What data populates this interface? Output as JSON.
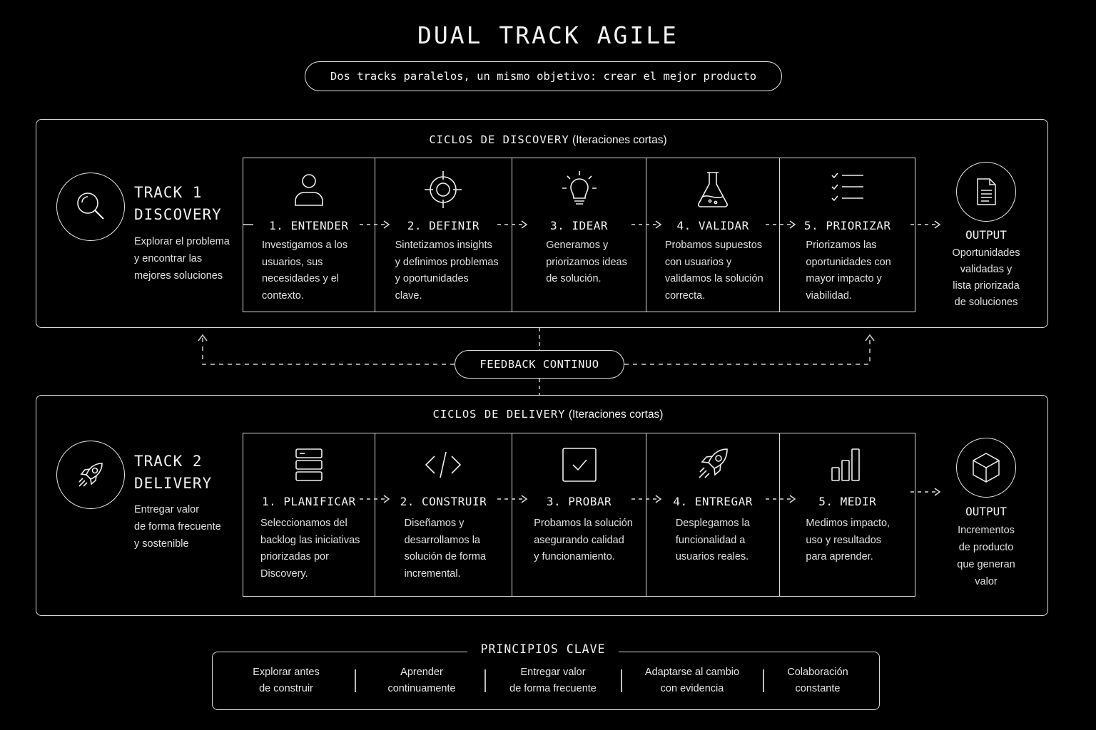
{
  "title": "DUAL TRACK AGILE",
  "subtitle": "Dos tracks paralelos, un mismo objetivo: crear el mejor producto",
  "discovery": {
    "cycle_title_main": "CICLOS DE DISCOVERY",
    "cycle_title_sub": "(Iteraciones cortas)",
    "track_line1": "TRACK 1",
    "track_line2": "DISCOVERY",
    "track_desc": [
      "Explorar el problema",
      "y encontrar las",
      "mejores soluciones"
    ],
    "track_icon": "magnifier-icon",
    "steps": [
      {
        "label": "1. ENTENDER",
        "icon": "user-icon",
        "desc": [
          "Investigamos a los",
          "usuarios, sus",
          "necesidades y el",
          "contexto."
        ]
      },
      {
        "label": "2. DEFINIR",
        "icon": "target-icon",
        "desc": [
          "Sintetizamos insights",
          "y definimos problemas",
          "y oportunidades",
          "clave."
        ]
      },
      {
        "label": "3. IDEAR",
        "icon": "lightbulb-icon",
        "desc": [
          "Generamos y",
          "priorizamos ideas",
          "de solución."
        ]
      },
      {
        "label": "4. VALIDAR",
        "icon": "flask-icon",
        "desc": [
          "Probamos supuestos",
          "con usuarios y",
          "validamos la solución",
          "correcta."
        ]
      },
      {
        "label": "5. PRIORIZAR",
        "icon": "checklist-icon",
        "desc": [
          "Priorizamos las",
          "oportunidades con",
          "mayor impacto y",
          "viabilidad."
        ]
      }
    ],
    "output_label": "OUTPUT",
    "output_icon": "document-icon",
    "output_desc": [
      "Oportunidades",
      "validadas y",
      "lista priorizada",
      "de soluciones"
    ]
  },
  "feedback": "FEEDBACK CONTINUO",
  "delivery": {
    "cycle_title_main": "CICLOS DE DELIVERY",
    "cycle_title_sub": "(Iteraciones cortas)",
    "track_line1": "TRACK 2",
    "track_line2": "DELIVERY",
    "track_desc": [
      "Entregar valor",
      "de forma frecuente",
      "y sostenible"
    ],
    "track_icon": "rocket-icon",
    "steps": [
      {
        "label": "1. PLANIFICAR",
        "icon": "stack-icon",
        "desc": [
          "Seleccionamos del",
          "backlog las iniciativas",
          "priorizadas por",
          "Discovery."
        ]
      },
      {
        "label": "2. CONSTRUIR",
        "icon": "code-icon",
        "desc": [
          "Diseñamos y",
          "desarrollamos la",
          "solución de forma",
          "incremental."
        ]
      },
      {
        "label": "3. PROBAR",
        "icon": "checkbox-icon",
        "desc": [
          "Probamos la solución",
          "asegurando calidad",
          "y funcionamiento."
        ]
      },
      {
        "label": "4. ENTREGAR",
        "icon": "rocket-icon",
        "desc": [
          "Desplegamos la",
          "funcionalidad a",
          "usuarios reales."
        ]
      },
      {
        "label": "5. MEDIR",
        "icon": "bar-chart-icon",
        "desc": [
          "Medimos impacto,",
          "uso y resultados",
          "para aprender."
        ]
      }
    ],
    "output_label": "OUTPUT",
    "output_icon": "cube-icon",
    "output_desc": [
      "Incrementos",
      "de producto",
      "que generan",
      "valor"
    ]
  },
  "principles": {
    "title": "PRINCIPIOS CLAVE",
    "items": [
      [
        "Explorar antes",
        "de construir"
      ],
      [
        "Aprender",
        "continuamente"
      ],
      [
        "Entregar valor",
        "de forma frecuente"
      ],
      [
        "Adaptarse al cambio",
        "con evidencia"
      ],
      [
        "Colaboración",
        "constante"
      ]
    ]
  }
}
